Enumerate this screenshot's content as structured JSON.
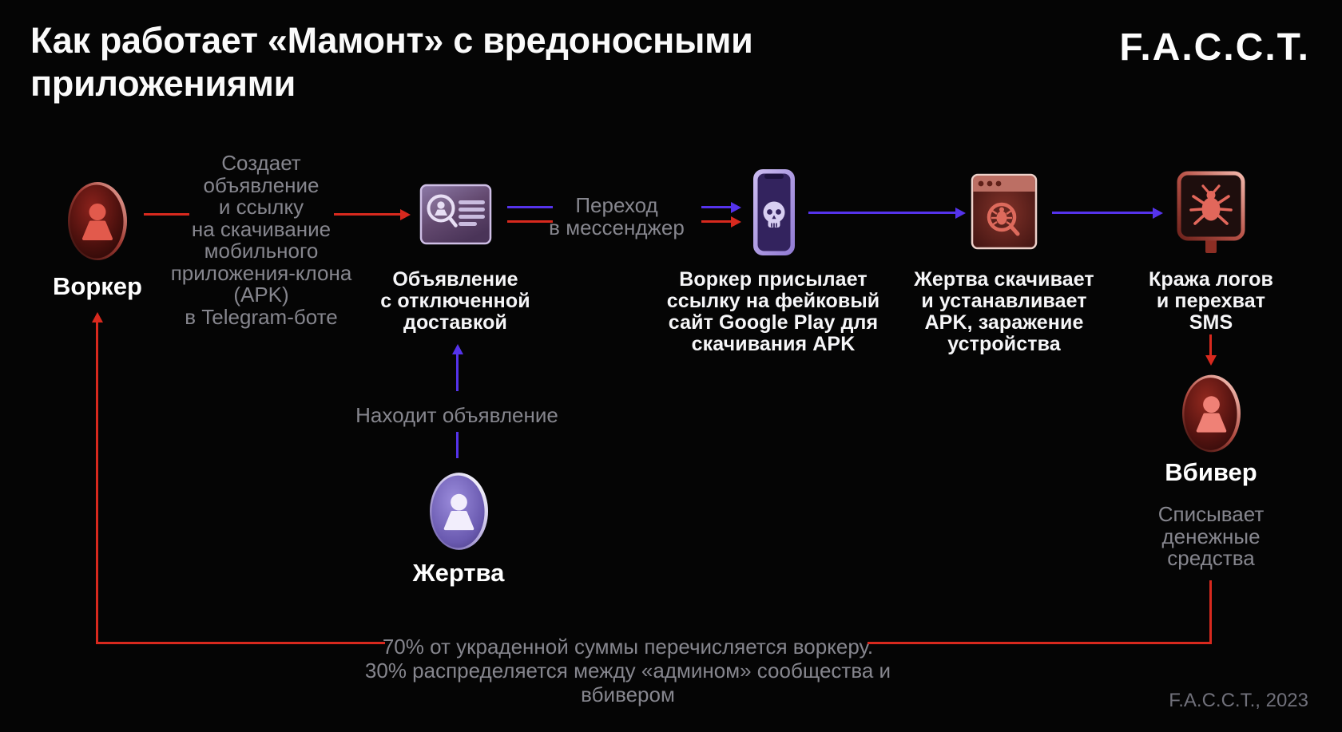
{
  "header": {
    "title": "Как работает «Мамонт» с вредоносными\nприложениями",
    "logo": "F.A.C.C.T."
  },
  "nodes": {
    "worker": {
      "label": "Воркер"
    },
    "ad": {
      "label": "Объявление\nс отключенной\nдоставкой"
    },
    "phone": {
      "label": "Воркер присылает\nссылку на фейковый\nсайт Google Play для\nскачивания APK"
    },
    "browser": {
      "label": "Жертва скачивает\nи устанавливает\nAPK, заражение\nустройства"
    },
    "theft": {
      "label": "Кража логов\nи перехват\nSMS"
    },
    "vbiver": {
      "label": "Вбивер",
      "note": "Списывает\nденежные\nсредства"
    },
    "victim": {
      "label": "Жертва"
    }
  },
  "annotations": {
    "worker_action": "Создает\nобъявление\nи ссылку\nна скачивание\nмобильного\nприложения-клона\n(APK)\nв Telegram-боте",
    "messenger": "Переход\nв мессенджер",
    "victim_action": "Находит объявление",
    "payout": "70% от украденной суммы перечисляется воркеру.\n30% распределяется между «админом» сообщества и вбивером"
  },
  "icons": {
    "worker": "avatar-person-red",
    "ad": "classified-ad-card-purple",
    "phone": "smartphone-skull-purple",
    "browser": "browser-window-bug-red",
    "theft": "bug-sign-red",
    "vbiver": "avatar-person-red",
    "victim": "avatar-person-purple"
  },
  "colors": {
    "background": "#050505",
    "red": "#d8291e",
    "blue": "#5533ec",
    "gray": "#86868e",
    "white": "#f6f6f8"
  },
  "footer": {
    "credit": "F.A.C.C.T., 2023"
  }
}
